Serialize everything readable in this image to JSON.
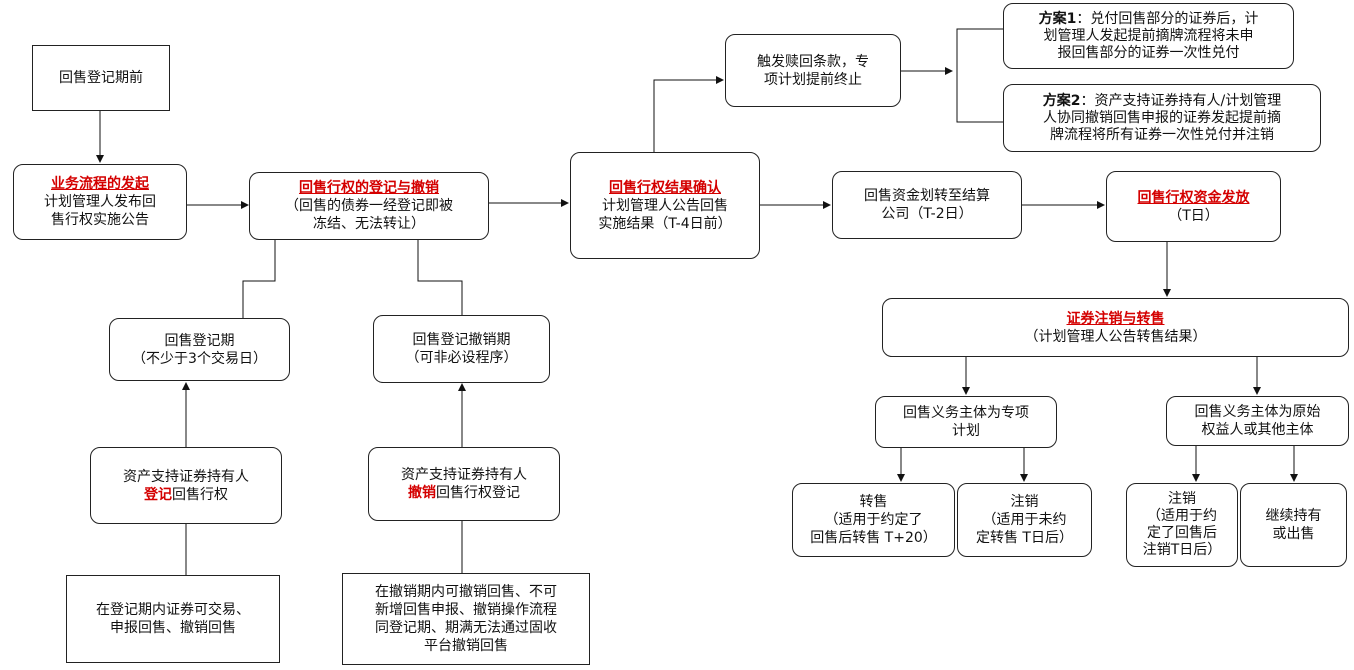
{
  "nodes": {
    "pre_registration": "回售登记期前",
    "initiation": {
      "title": "业务流程的发起",
      "line1": "计划管理人发布回",
      "line2": "售行权实施公告"
    },
    "register_cancel": {
      "title": "回售行权的登记与撤销",
      "line1": "（回售的债券一经登记即被",
      "line2": "冻结、无法转让）"
    },
    "registration_period": {
      "line1": "回售登记期",
      "line2": "（不少于3个交易日）"
    },
    "cancel_period": {
      "line1": "回售登记撤销期",
      "line2": "（可非必设程序）"
    },
    "holder_register": {
      "line1": "资产支持证券持有人",
      "red": "登记",
      "rest": "回售行权"
    },
    "holder_cancel": {
      "line1": "资产支持证券持有人",
      "red": "撤销",
      "rest": "回售行权登记"
    },
    "note_register": {
      "line1": "在登记期内证券可交易、",
      "line2": "申报回售、撤销回售"
    },
    "note_cancel": {
      "line1": "在撤销期内可撤销回售、不可",
      "line2": "新增回售申报、撤销操作流程",
      "line3": "同登记期、期满无法通过固收",
      "line4": "平台撤销回售"
    },
    "result_confirm": {
      "title": "回售行权结果确认",
      "line1": "计划管理人公告回售",
      "line2": "实施结果（T-4日前）"
    },
    "redemption_trigger": {
      "line1": "触发赎回条款，专",
      "line2": "项计划提前终止"
    },
    "plan1": {
      "label": "方案1",
      "line1": "：兑付回售部分的证券后，计",
      "line2": "划管理人发起提前摘牌流程将未申",
      "line3": "报回售部分的证券一次性兑付"
    },
    "plan2": {
      "label": "方案2",
      "line1": "：资产支持证券持有人/计划管理",
      "line2": "人协同撤销回售申报的证券发起提前摘",
      "line3": "牌流程将所有证券一次性兑付并注销"
    },
    "fund_transfer": {
      "line1": "回售资金划转至结算",
      "line2": "公司（T-2日）"
    },
    "fund_release": {
      "title": "回售行权资金发放",
      "line1": "（T日）"
    },
    "cancel_resale": {
      "title": "证券注销与转售",
      "line1": "（计划管理人公告转售结果）"
    },
    "obligor_special": {
      "line1": "回售义务主体为专项",
      "line2": "计划"
    },
    "obligor_original": {
      "line1": "回售义务主体为原始",
      "line2": "权益人或其他主体"
    },
    "resale": {
      "line1": "转售",
      "line2": "（适用于约定了",
      "line3": "回售后转售 T+20）"
    },
    "cancel_a": {
      "line1": "注销",
      "line2": "（适用于未约",
      "line3": "定转售 T日后）"
    },
    "cancel_b": {
      "line1": "注销",
      "line2": "（适用于约",
      "line3": "定了回售后",
      "line4": "注销T日后）"
    },
    "hold_or_sell": {
      "line1": "继续持有",
      "line2": "或出售"
    }
  },
  "colors": {
    "accent_red": "#d40000",
    "border": "#222222"
  }
}
